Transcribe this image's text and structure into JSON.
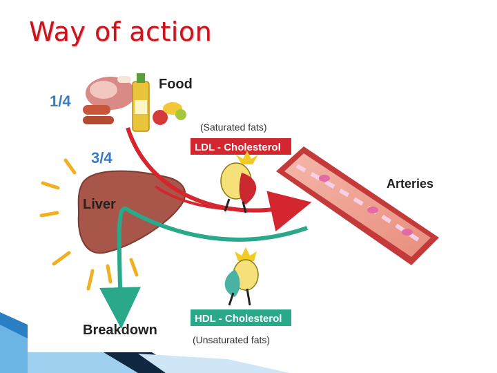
{
  "slide": {
    "title": "Way of action"
  },
  "diagram": {
    "fraction_food": "1/4",
    "fraction_liver": "3/4",
    "food_label": "Food",
    "liver_label": "Liver",
    "arteries_label": "Arteries",
    "breakdown_label": "Breakdown",
    "ldl": {
      "note": "(Saturated fats)",
      "box_label": "LDL - Cholesterol",
      "color": "#d4262e"
    },
    "hdl": {
      "note": "(Unsaturated fats)",
      "box_label": "HDL - Cholesterol",
      "color": "#2aa88a"
    },
    "colors": {
      "title": "#c8141c",
      "fraction": "#3a7bbf",
      "artery": "#d03a3a",
      "liver": "#a8564a"
    },
    "icons": [
      "food-icon",
      "liver-icon",
      "ldl-character-icon",
      "hdl-character-icon",
      "artery-icon"
    ]
  }
}
